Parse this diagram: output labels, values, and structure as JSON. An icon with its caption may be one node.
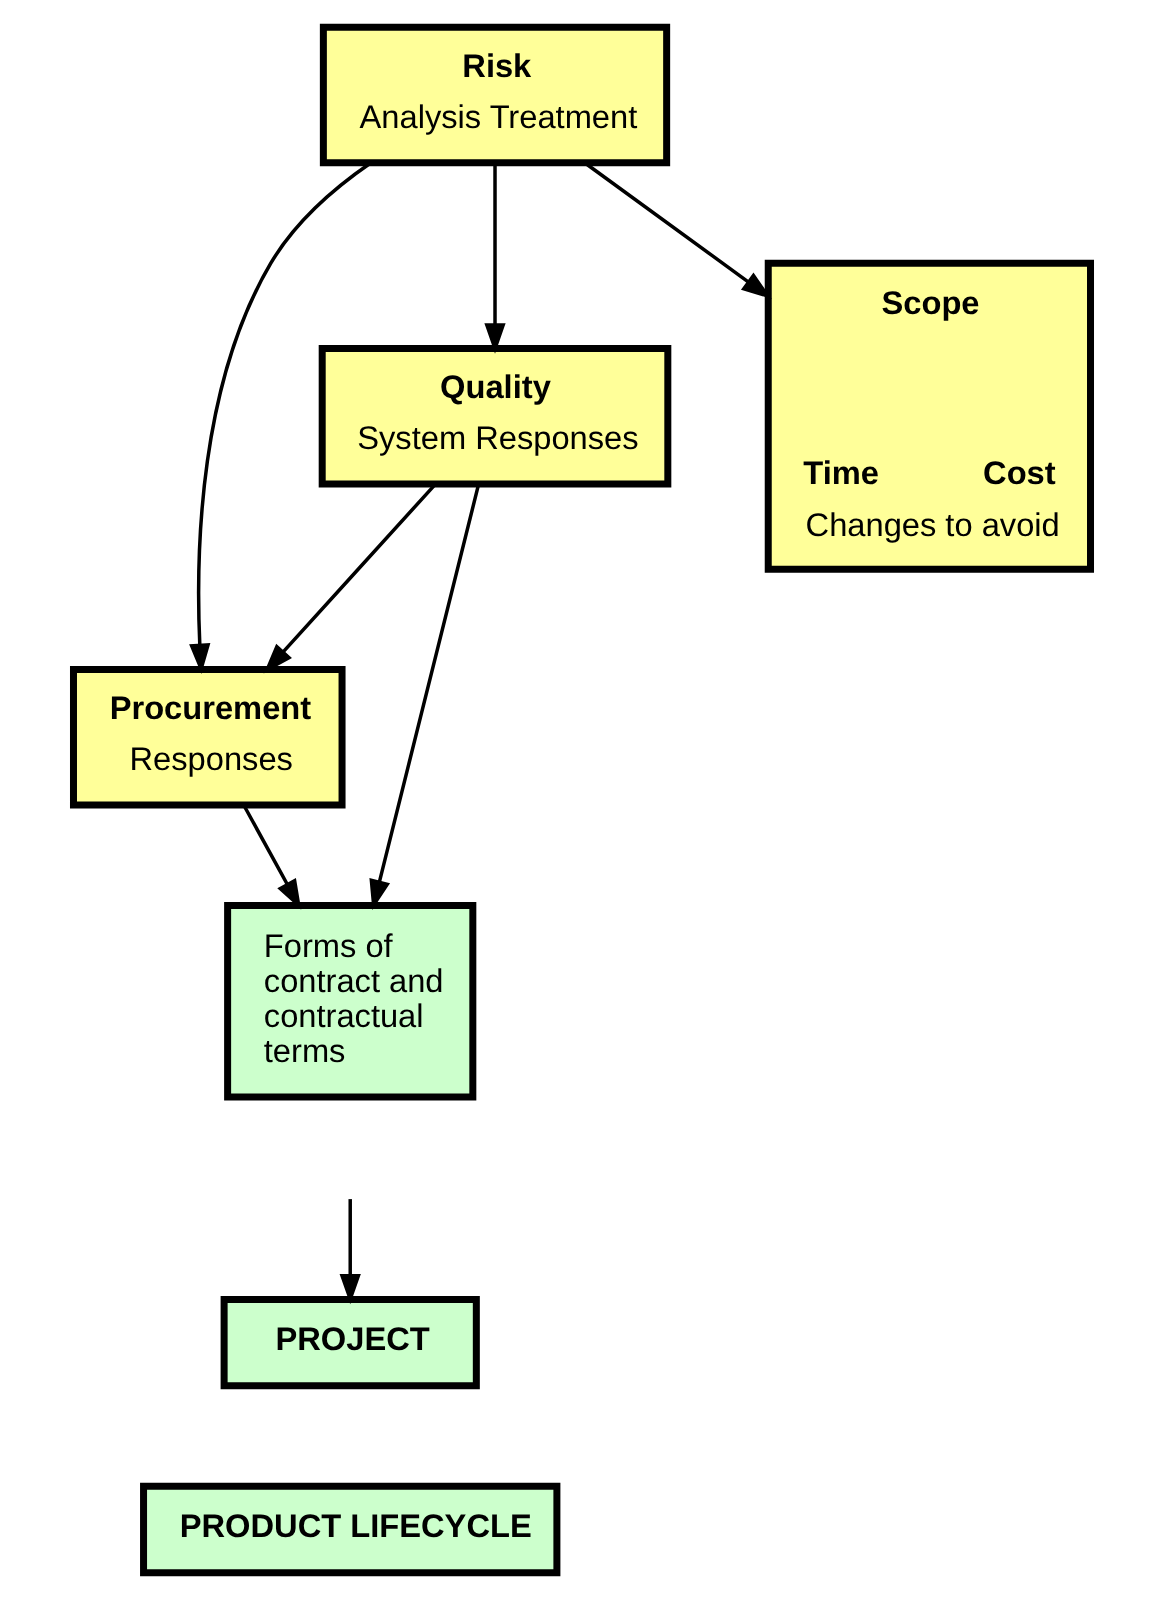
{
  "diagram": {
    "nodes": [
      {
        "text": [
          "Risk",
          "Analysis Treatment"
        ]
      },
      {
        "text": [
          "Quality",
          "System Responses"
        ]
      },
      {
        "text": [
          "Procurement",
          "Responses"
        ]
      },
      {
        "text": [
          "Scope",
          "Time",
          "Cost",
          "Changes to avoid"
        ]
      },
      {
        "text": [
          "Forms of contract and contractual terms"
        ]
      },
      {
        "text": [
          "PROJECT"
        ]
      },
      {
        "text": [
          "PRODUCT LIFECYCLE"
        ]
      }
    ],
    "edges": [
      {
        "from": 0,
        "to": 1,
        "arrow": "to"
      },
      {
        "from": 0,
        "to": 2,
        "arrow": "to"
      },
      {
        "from": 0,
        "to": 3,
        "arrow": "to"
      },
      {
        "from": 1,
        "to": 2,
        "arrow": "to"
      },
      {
        "from": 1,
        "to": 4,
        "arrow": "to"
      },
      {
        "from": 2,
        "to": 4,
        "arrow": "to"
      },
      {
        "from": null,
        "to": 5,
        "arrow": "to"
      }
    ]
  }
}
